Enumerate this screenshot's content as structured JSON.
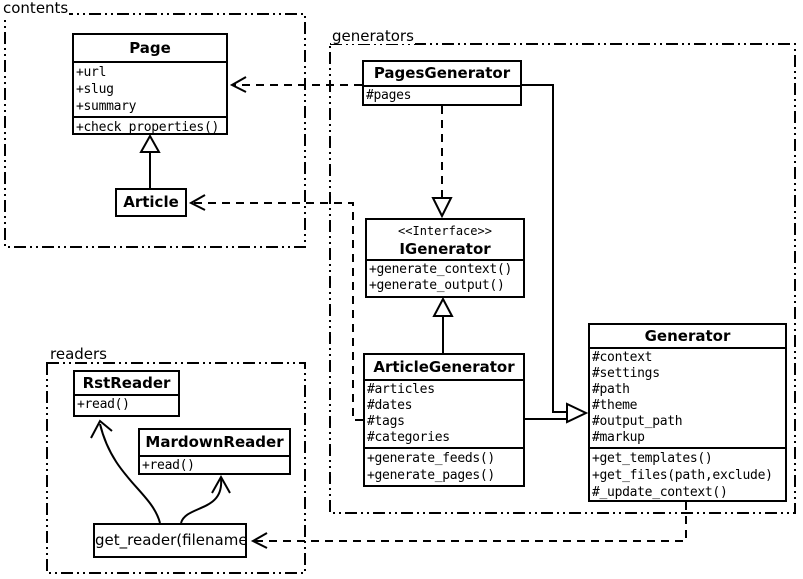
{
  "packages": {
    "contents": {
      "label": "contents"
    },
    "generators": {
      "label": "generators"
    },
    "readers": {
      "label": "readers"
    }
  },
  "classes": {
    "page": {
      "name": "Page",
      "attributes": [
        "+url",
        "+slug",
        "+summary"
      ],
      "methods": [
        "+check_properties()"
      ]
    },
    "article": {
      "name": "Article"
    },
    "pages_generator": {
      "name": "PagesGenerator",
      "attributes": [
        "#pages"
      ]
    },
    "igenerator": {
      "stereotype": "<<Interface>>",
      "name": "IGenerator",
      "methods": [
        "+generate_context()",
        "+generate_output()"
      ]
    },
    "article_generator": {
      "name": "ArticleGenerator",
      "attributes": [
        "#articles",
        "#dates",
        "#tags",
        "#categories"
      ],
      "methods": [
        "+generate_feeds()",
        "+generate_pages()"
      ]
    },
    "generator": {
      "name": "Generator",
      "attributes": [
        "#context",
        "#settings",
        "#path",
        "#theme",
        "#output_path",
        "#markup"
      ],
      "methods": [
        "+get_templates()",
        "+get_files(path,exclude)",
        "#_update_context()"
      ]
    },
    "rst_reader": {
      "name": "RstReader",
      "methods": [
        "+read()"
      ]
    },
    "mardown_reader": {
      "name": "MardownReader",
      "methods": [
        "+read()"
      ]
    },
    "get_reader": {
      "name": "get_reader(filename)"
    }
  },
  "relationships": [
    {
      "from": "Article",
      "to": "Page",
      "type": "inheritance"
    },
    {
      "from": "PagesGenerator",
      "to": "Page",
      "type": "dependency"
    },
    {
      "from": "ArticleGenerator",
      "to": "Article",
      "type": "dependency"
    },
    {
      "from": "PagesGenerator",
      "to": "IGenerator",
      "type": "realization"
    },
    {
      "from": "ArticleGenerator",
      "to": "IGenerator",
      "type": "inheritance"
    },
    {
      "from": "PagesGenerator",
      "to": "Generator",
      "type": "inheritance"
    },
    {
      "from": "ArticleGenerator",
      "to": "Generator",
      "type": "inheritance"
    },
    {
      "from": "Generator",
      "to": "get_reader",
      "type": "dependency"
    },
    {
      "from": "get_reader",
      "to": "RstReader",
      "type": "call"
    },
    {
      "from": "get_reader",
      "to": "MardownReader",
      "type": "call"
    }
  ],
  "colors": {
    "line": "#000000",
    "background": "#ffffff",
    "box_fill": "#ffffff"
  }
}
